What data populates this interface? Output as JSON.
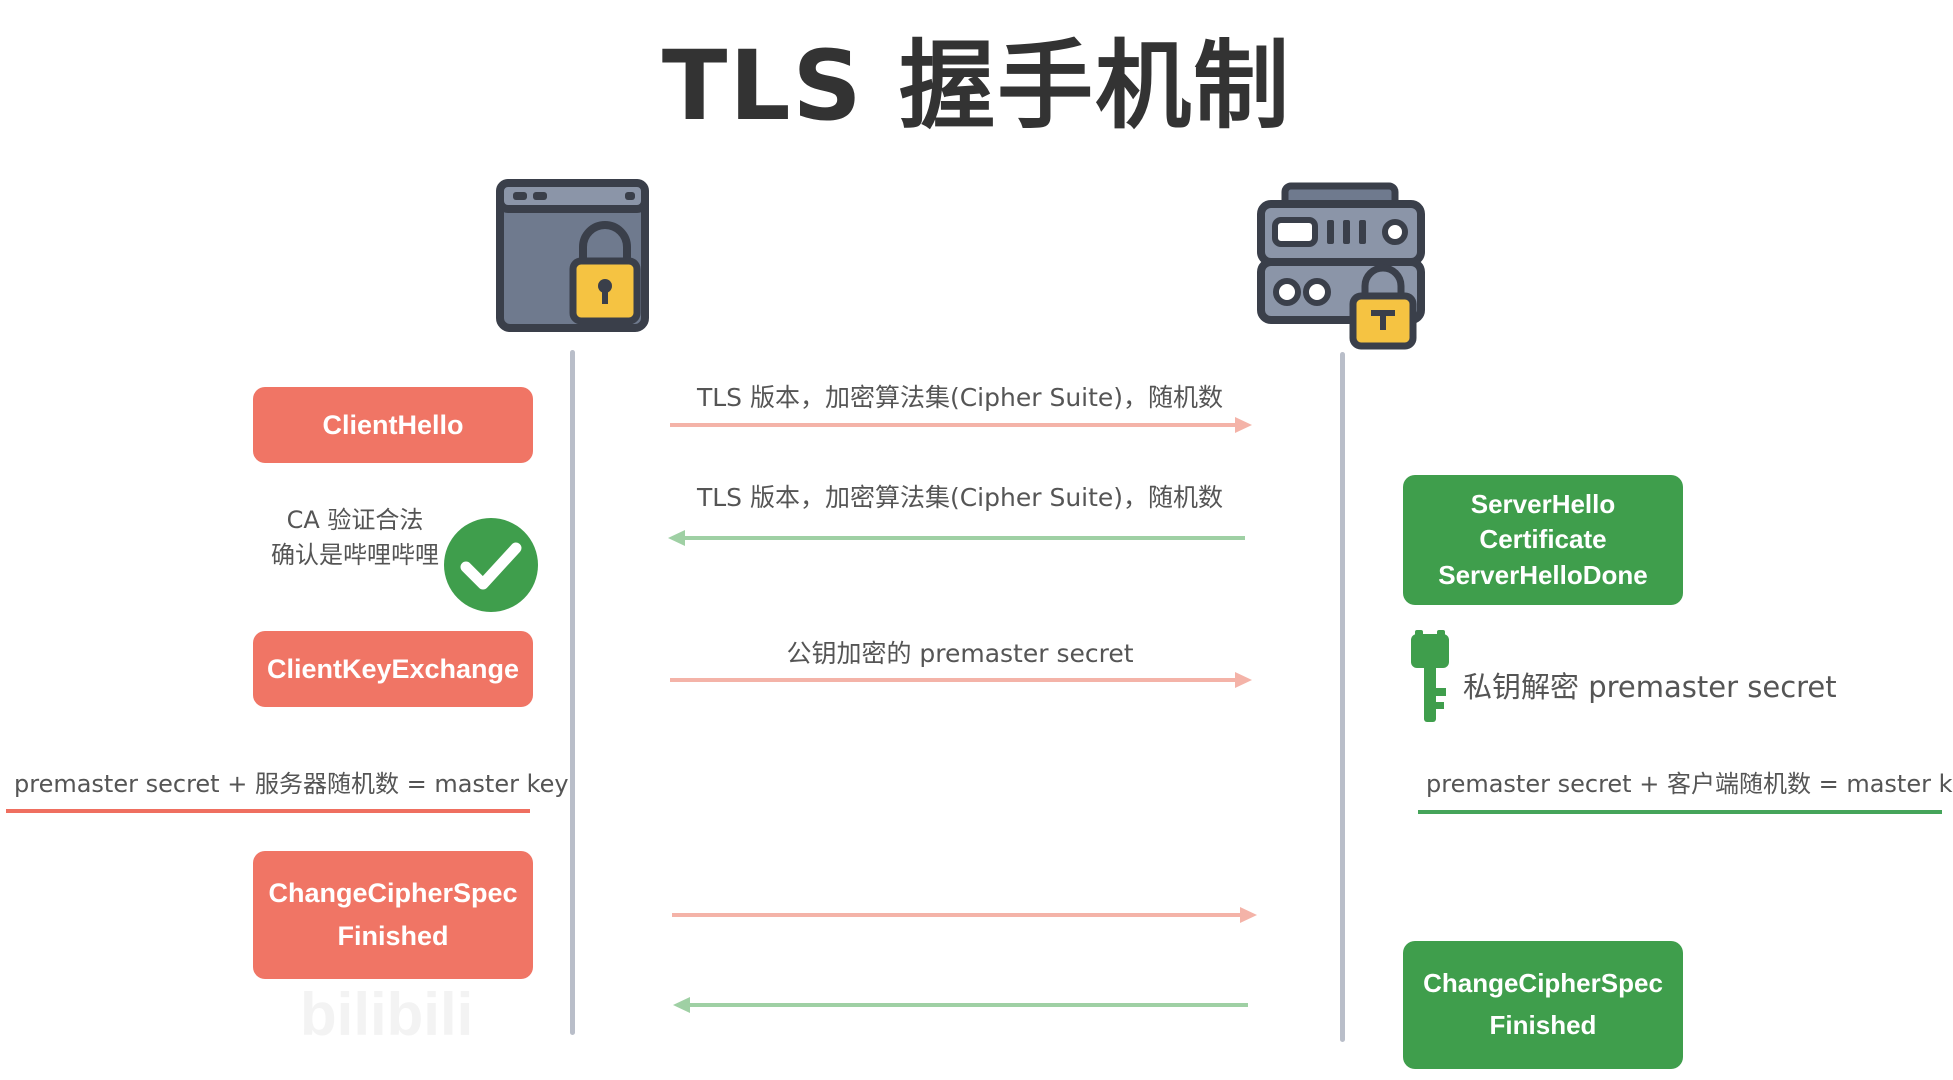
{
  "title": "TLS 握手机制",
  "client": {
    "icon": "browser-lock-icon",
    "client_hello": "ClientHello",
    "ca_line1": "CA 验证合法",
    "ca_line2": "确认是哔哩哔哩",
    "check_icon": "check-circle-icon",
    "client_key_exchange": "ClientKeyExchange",
    "master_key_note": "premaster secret + 服务器随机数 = master key",
    "change_cipher_spec": "ChangeCipherSpec",
    "finished": "Finished"
  },
  "server": {
    "icon": "server-lock-icon",
    "server_hello": "ServerHello",
    "certificate": "Certificate",
    "server_hello_done": "ServerHelloDone",
    "key_icon": "key-icon",
    "decrypt_note": "私钥解密 premaster secret",
    "master_key_note": "premaster secret + 客户端随机数 = master key",
    "change_cipher_spec": "ChangeCipherSpec",
    "finished": "Finished"
  },
  "messages": [
    {
      "label": "TLS 版本，加密算法集(Cipher Suite)，随机数",
      "direction": "client-to-server"
    },
    {
      "label": "TLS 版本，加密算法集(Cipher Suite)，随机数",
      "direction": "server-to-client"
    },
    {
      "label": "公钥加密的 premaster secret",
      "direction": "client-to-server"
    },
    {
      "label": "",
      "direction": "client-to-server"
    },
    {
      "label": "",
      "direction": "server-to-client"
    }
  ],
  "watermark": "bilibili",
  "colors": {
    "client_box": "#f07565",
    "server_box": "#3f9e4c",
    "arrow_client": "#f4b3a8",
    "arrow_server": "#9fd0a4",
    "lock": "#f5c342"
  }
}
